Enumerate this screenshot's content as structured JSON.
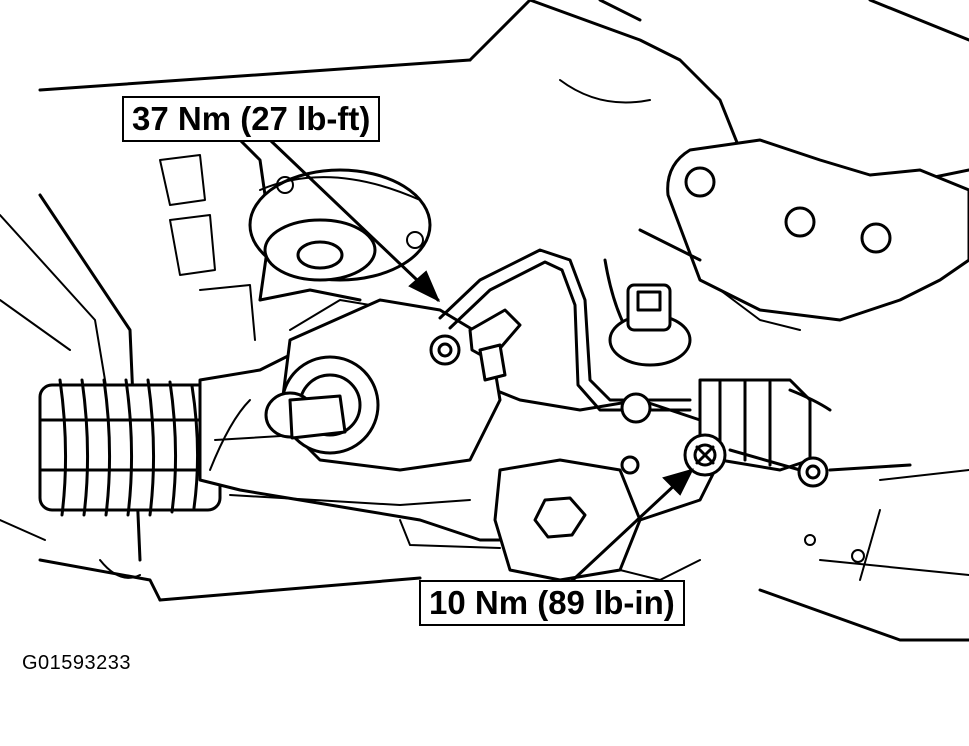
{
  "callouts": {
    "top_torque": "37 Nm (27 lb-ft)",
    "bottom_torque": "10 Nm (89 lb-in)"
  },
  "figure_id": "G01593233"
}
